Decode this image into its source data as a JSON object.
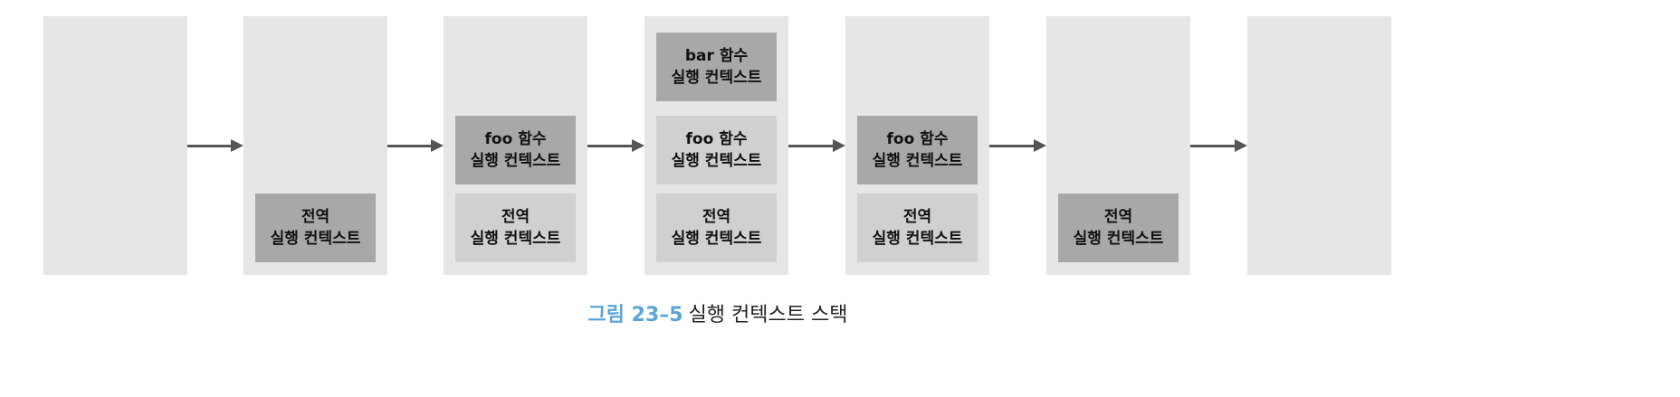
{
  "caption": {
    "label": "그림 23–5",
    "text": "실행 컨텍스트 스택"
  },
  "contexts": {
    "global": {
      "line1": "전역",
      "line2": "실행 컨텍스트"
    },
    "foo": {
      "line1": "foo 함수",
      "line2": "실행 컨텍스트"
    },
    "bar": {
      "line1": "bar 함수",
      "line2": "실행 컨텍스트"
    }
  },
  "stages": [
    {
      "stack": []
    },
    {
      "stack": [
        {
          "context": "global",
          "state": "active"
        }
      ]
    },
    {
      "stack": [
        {
          "context": "foo",
          "state": "active"
        },
        {
          "context": "global",
          "state": "inactive"
        }
      ]
    },
    {
      "stack": [
        {
          "context": "bar",
          "state": "active"
        },
        {
          "context": "foo",
          "state": "inactive"
        },
        {
          "context": "global",
          "state": "inactive"
        }
      ]
    },
    {
      "stack": [
        {
          "context": "foo",
          "state": "active"
        },
        {
          "context": "global",
          "state": "inactive"
        }
      ]
    },
    {
      "stack": [
        {
          "context": "global",
          "state": "active"
        }
      ]
    },
    {
      "stack": []
    }
  ],
  "colors": {
    "stage_background": "#e6e6e6",
    "active_context": "#a8a8a8",
    "inactive_context": "#d0d0d0",
    "arrow": "#555555",
    "caption_label": "#5aa6d6"
  }
}
